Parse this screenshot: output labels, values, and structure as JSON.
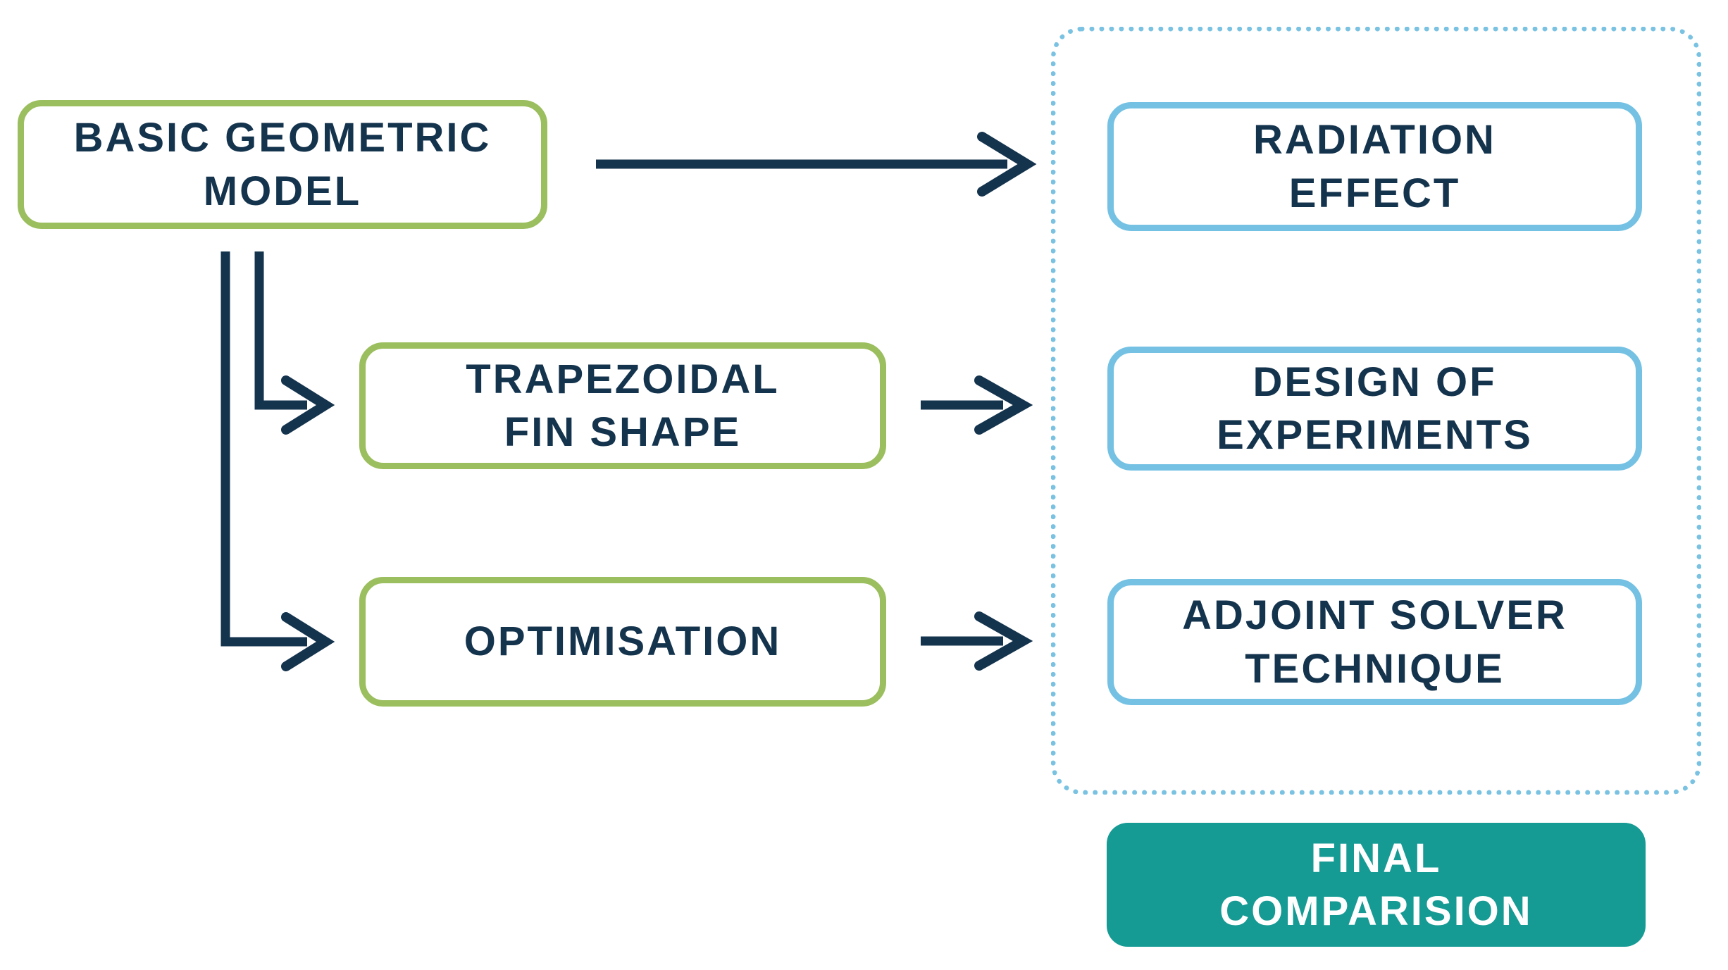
{
  "colors": {
    "green_border": "#9bbe5e",
    "blue_border": "#74c1e3",
    "teal_fill": "#169a94",
    "navy": "#14334d",
    "dotted_border": "#7ac2e2",
    "background": "#ffffff",
    "text_on_teal": "#ffffff"
  },
  "nodes": {
    "basic_geometric_model": {
      "line1": "BASIC GEOMETRIC",
      "line2": "MODEL"
    },
    "trapezoidal_fin_shape": {
      "line1": "TRAPEZOIDAL",
      "line2": "FIN SHAPE"
    },
    "optimisation": {
      "line1": "OPTIMISATION"
    },
    "radiation_effect": {
      "line1": "RADIATION",
      "line2": "EFFECT"
    },
    "design_of_experiments": {
      "line1": "DESIGN OF",
      "line2": "EXPERIMENTS"
    },
    "adjoint_solver_technique": {
      "line1": "ADJOINT SOLVER",
      "line2": "TECHNIQUE"
    },
    "final_comparision": {
      "line1": "FINAL",
      "line2": "COMPARISION"
    }
  },
  "edges": [
    {
      "from": "basic_geometric_model",
      "to": "radiation_effect"
    },
    {
      "from": "basic_geometric_model",
      "to": "trapezoidal_fin_shape"
    },
    {
      "from": "basic_geometric_model",
      "to": "optimisation"
    },
    {
      "from": "trapezoidal_fin_shape",
      "to": "design_of_experiments"
    },
    {
      "from": "optimisation",
      "to": "adjoint_solver_technique"
    }
  ]
}
